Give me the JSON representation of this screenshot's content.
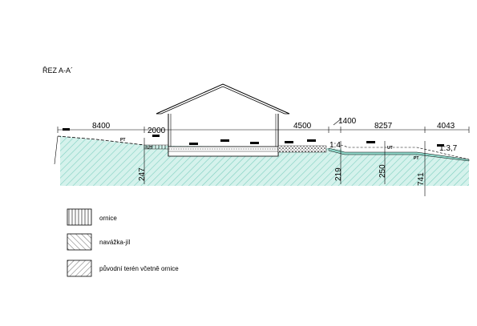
{
  "section_title": "ŘEZ A-A´",
  "dimensions": {
    "d1": "8400",
    "d2": "2000",
    "d3": "4500",
    "d4": "1400",
    "d5": "8257",
    "d6": "4043"
  },
  "levels": {
    "v1": "247",
    "v2": "219",
    "v3": "250",
    "v4": "741"
  },
  "slopes": {
    "s1": "1:4",
    "s2": "1:3,7"
  },
  "marks": {
    "pt": "PT",
    "ut": "UT"
  },
  "legend": [
    {
      "label": "ornice"
    },
    {
      "label": "navážka-jíl"
    },
    {
      "label": "původní terén včetně ornice"
    }
  ],
  "colors": {
    "ground_fill": "#c6ede6",
    "ground_hatch": "#5fbfae",
    "line": "#000000"
  }
}
